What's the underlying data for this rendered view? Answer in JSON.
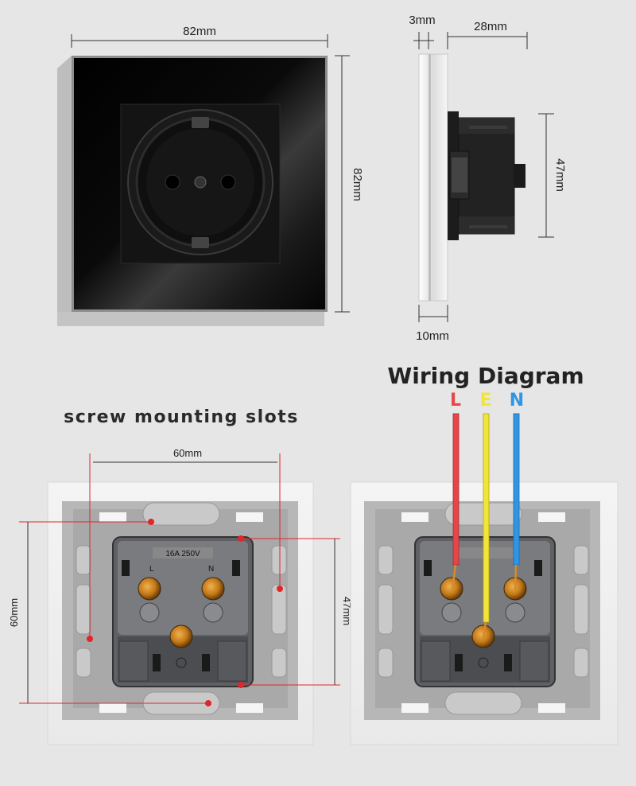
{
  "front_view": {
    "width_label": "82mm",
    "height_label": "82mm"
  },
  "side_view": {
    "glass_thickness_label": "3mm",
    "depth_label": "28mm",
    "body_height_label": "47mm",
    "frame_thickness_label": "10mm"
  },
  "mounting": {
    "title": "screw mounting slots",
    "horizontal_spacing_label": "60mm",
    "vertical_spacing_label": "60mm",
    "module_height_label": "47mm"
  },
  "wiring": {
    "title": "Wiring Diagram",
    "wires": [
      {
        "letter": "L",
        "color": "#e8454a"
      },
      {
        "letter": "E",
        "color": "#f1e43a"
      },
      {
        "letter": "N",
        "color": "#2f95e6"
      }
    ]
  },
  "socket_markings": {
    "rating": "16A 250V",
    "live": "L",
    "neutral": "N"
  },
  "colors": {
    "dimension_line": "#333333",
    "marker_red": "#e0262b",
    "glass": "#050505",
    "module_gray": "#6e6f72",
    "bracket_gray": "#b5b5b5",
    "brass": "#c8821e"
  }
}
